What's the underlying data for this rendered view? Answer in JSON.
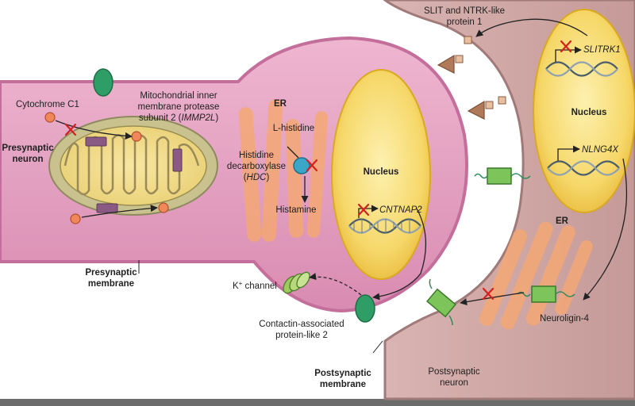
{
  "colors": {
    "presynaptic_fill": "#e6a7c5",
    "postsynaptic_fill": "#c79e9e",
    "nucleus_fill": "#f7dc6f",
    "er_fill": "#f4a875",
    "inhibition_mark": "#d61f1f",
    "receptor_green": "#2e9e66",
    "cytochrome_orange": "#f0875a",
    "protease_purple": "#8a5a84"
  },
  "labels": {
    "cytochrome": "Cytochrome C1",
    "mito_line1": "Mitochondrial inner",
    "mito_line2": "membrane protease",
    "mito_line3a": "subunit 2 (",
    "mito_line3b": "IMMP2L",
    "mito_line3c": ")",
    "presyn_neuron_1": "Presynaptic",
    "presyn_neuron_2": "neuron",
    "presyn_membrane_1": "Presynaptic",
    "presyn_membrane_2": "membrane",
    "er_pre": "ER",
    "l_histidine": "L-histidine",
    "hdc_1": "Histidine",
    "hdc_2": "decarboxylase",
    "hdc_3a": "(",
    "hdc_3b": "HDC",
    "hdc_3c": ")",
    "histamine": "Histamine",
    "nucleus_pre": "Nucleus",
    "cntnap2": "CNTNAP2",
    "k_channel_a": "K",
    "k_channel_sup": "+",
    "k_channel_b": " channel",
    "caspr_1": "Contactin-associated",
    "caspr_2": "protein-like 2",
    "postsyn_membrane_1": "Postsynaptic",
    "postsyn_membrane_2": "membrane",
    "postsyn_neuron_1": "Postsynaptic",
    "postsyn_neuron_2": "neuron",
    "slit_1": "SLIT and NTRK-like",
    "slit_2": "protein 1",
    "slitrk1": "SLITRK1",
    "nucleus_post": "Nucleus",
    "nlgn4x": "NLNG4X",
    "er_post": "ER",
    "neuroligin": "Neuroligin-4"
  },
  "icons": {
    "inhibition": "red-x-icon",
    "transcription_start": "bent-arrow-icon",
    "dna": "double-helix-icon"
  }
}
